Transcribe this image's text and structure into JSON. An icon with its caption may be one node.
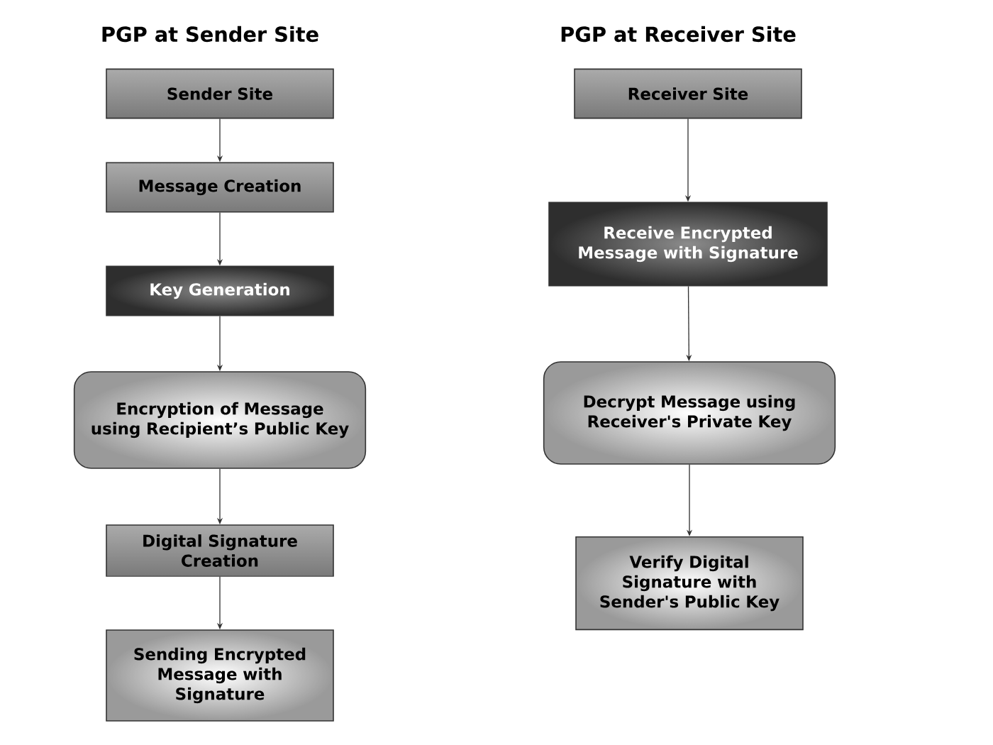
{
  "diagram": {
    "nodes": [
      {
        "text": [
          "Sender Site"
        ]
      },
      {
        "text": [
          "Message Creation"
        ]
      },
      {
        "text": [
          "Key Generation"
        ]
      },
      {
        "text": [
          "Encryption of Message using Recipient’s Public Key"
        ]
      },
      {
        "text": [
          "Digital Signature Creation"
        ]
      },
      {
        "text": [
          "Sending Encrypted Message with Signature"
        ]
      },
      {
        "text": [
          "Receiver Site"
        ]
      },
      {
        "text": [
          "Receive Encrypted Message with Signature"
        ]
      },
      {
        "text": [
          "Decrypt Message using Receiver's Private Key"
        ]
      },
      {
        "text": [
          "Verify Digital Signature with Sender's Public Key"
        ]
      }
    ],
    "edges": [
      {
        "from": 0,
        "to": 1,
        "arrow": "to"
      },
      {
        "from": 1,
        "to": 2,
        "arrow": "to"
      },
      {
        "from": 2,
        "to": 3,
        "arrow": "to"
      },
      {
        "from": 3,
        "to": 4,
        "arrow": "to"
      },
      {
        "from": 4,
        "to": 5,
        "arrow": "to"
      },
      {
        "from": 6,
        "to": 7,
        "arrow": "to"
      },
      {
        "from": 7,
        "to": 8,
        "arrow": "to"
      },
      {
        "from": 8,
        "to": 9,
        "arrow": "to"
      }
    ],
    "labels": [
      "PGP at Sender Site",
      "PGP at Receiver Site"
    ]
  }
}
